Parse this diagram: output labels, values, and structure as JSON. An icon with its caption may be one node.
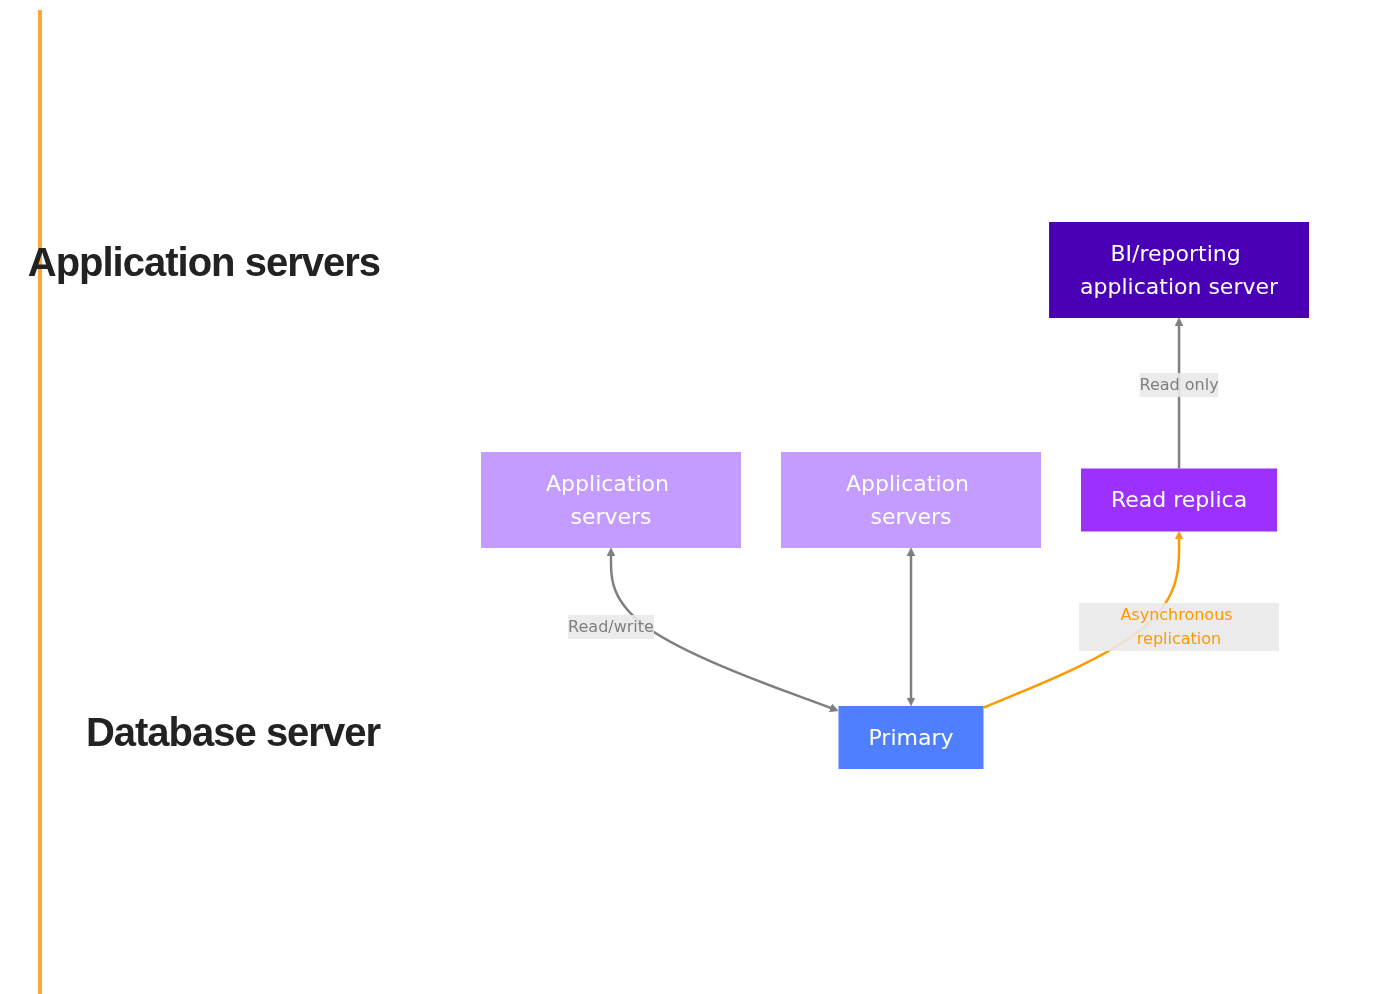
{
  "diagram": {
    "nodes": [
      {
        "text": [
          "Application servers"
        ]
      },
      {
        "text": [
          "Application servers"
        ]
      },
      {
        "text": [
          "BI/reporting application server"
        ]
      },
      {
        "text": [
          "Primary"
        ]
      },
      {
        "text": [
          "Read replica"
        ]
      }
    ],
    "edges": [
      {
        "from": 3,
        "to": 0,
        "arrow": "both",
        "label": "Read/write"
      },
      {
        "from": 3,
        "to": 1,
        "arrow": "both"
      },
      {
        "from": 4,
        "to": 2,
        "arrow": "to",
        "label": "Read only"
      },
      {
        "from": 3,
        "to": 4,
        "arrow": "to",
        "label": "Asynchronous replication",
        "color": "#ff9900"
      }
    ],
    "labels": [
      "Application servers",
      "Database server"
    ]
  }
}
